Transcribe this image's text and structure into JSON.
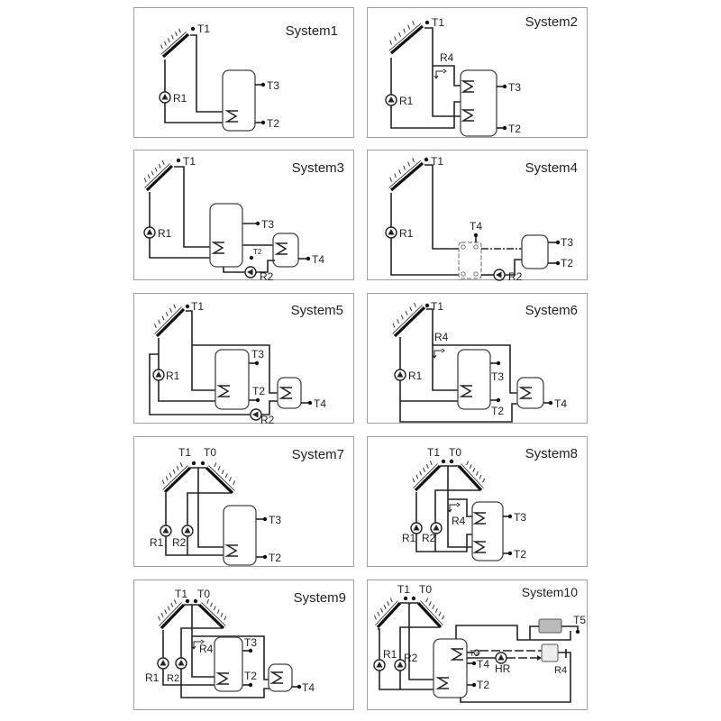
{
  "systems": [
    {
      "title": "System1",
      "labels": {
        "T1": "T1",
        "R1": "R1",
        "T3": "T3",
        "T2": "T2"
      }
    },
    {
      "title": "System2",
      "labels": {
        "T1": "T1",
        "R4": "R4",
        "R1": "R1",
        "T3": "T3",
        "T2": "T2"
      }
    },
    {
      "title": "System3",
      "labels": {
        "T1": "T1",
        "R1": "R1",
        "T3": "T3",
        "T2": "T2",
        "T4": "T4",
        "R2": "R2"
      }
    },
    {
      "title": "System4",
      "labels": {
        "T1": "T1",
        "T4": "T4",
        "R1": "R1",
        "T3": "T3",
        "T2": "T2",
        "R2": "R2"
      }
    },
    {
      "title": "System5",
      "labels": {
        "T1": "T1",
        "R1": "R1",
        "T3": "T3",
        "T2": "T2",
        "T4": "T4",
        "R2": "R2"
      }
    },
    {
      "title": "System6",
      "labels": {
        "T1": "T1",
        "R4": "R4",
        "R1": "R1",
        "T3": "T3",
        "T2": "T2",
        "T4": "T4"
      }
    },
    {
      "title": "System7",
      "labels": {
        "T1": "T1",
        "T0": "T0",
        "R1": "R1",
        "R2": "R2",
        "T3": "T3",
        "T2": "T2"
      }
    },
    {
      "title": "System8",
      "labels": {
        "T1": "T1",
        "T0": "T0",
        "R4": "R4",
        "R1": "R1",
        "R2": "R2",
        "T3": "T3",
        "T2": "T2"
      }
    },
    {
      "title": "System9",
      "labels": {
        "T1": "T1",
        "T0": "T0",
        "R4": "R4",
        "R1": "R1",
        "R2": "R2",
        "T3": "T3",
        "T2": "T2",
        "T4": "T4"
      }
    },
    {
      "title": "System10",
      "labels": {
        "T1": "T1",
        "T0": "T0",
        "R1": "R1",
        "R2": "R2",
        "T3": "T3",
        "T4": "T4",
        "HR": "HR",
        "T2": "T2",
        "T5": "T5",
        "R4": "R4"
      }
    }
  ]
}
